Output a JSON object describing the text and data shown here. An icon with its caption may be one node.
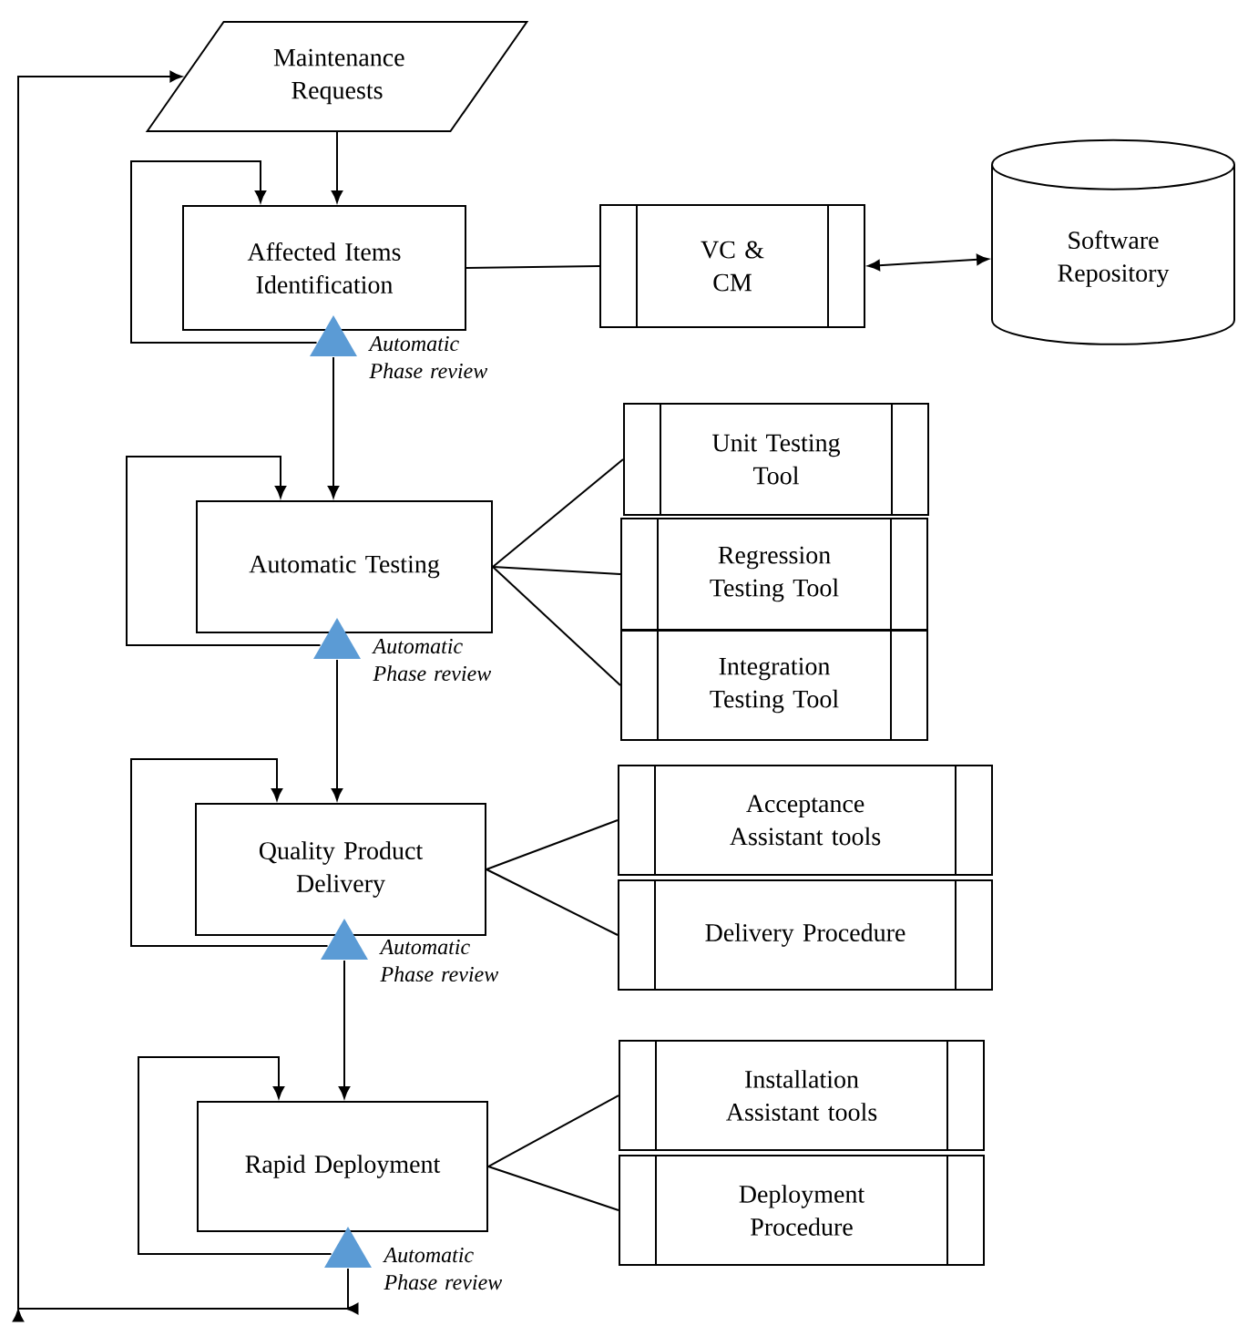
{
  "diagram": {
    "nodes": [
      {
        "text": [
          "Maintenance Requests"
        ]
      },
      {
        "text": [
          "Affected Items Identification"
        ]
      },
      {
        "text": [
          "VC & CM"
        ]
      },
      {
        "text": [
          "Software Repository"
        ]
      },
      {
        "text": [
          "Automatic Testing"
        ]
      },
      {
        "text": [
          "Unit Testing Tool"
        ]
      },
      {
        "text": [
          "Regression Testing Tool"
        ]
      },
      {
        "text": [
          "Integration Testing Tool"
        ]
      },
      {
        "text": [
          "Quality Product Delivery"
        ]
      },
      {
        "text": [
          "Acceptance Assistant tools"
        ]
      },
      {
        "text": [
          "Delivery Procedure"
        ]
      },
      {
        "text": [
          "Rapid Deployment"
        ]
      },
      {
        "text": [
          "Installation Assistant tools"
        ]
      },
      {
        "text": [
          "Deployment Procedure"
        ]
      },
      {
        "text": [],
        "shape": "triangle",
        "beside": [
          "Automatic Phase review"
        ]
      },
      {
        "text": [],
        "shape": "triangle",
        "beside": [
          "Automatic Phase review"
        ]
      },
      {
        "text": [],
        "shape": "triangle",
        "beside": [
          "Automatic Phase review"
        ]
      },
      {
        "text": [],
        "shape": "triangle",
        "beside": [
          "Automatic Phase review"
        ]
      }
    ],
    "edges": [
      {
        "from": 0,
        "to": 1,
        "arrow": "to"
      },
      {
        "from": 1,
        "to": 2,
        "arrow": "none"
      },
      {
        "from": 2,
        "to": 3,
        "arrow": "both"
      },
      {
        "from": 14,
        "to": 1,
        "arrow": "to"
      },
      {
        "from": 14,
        "to": 4,
        "arrow": "to"
      },
      {
        "from": 4,
        "to": 5,
        "arrow": "none"
      },
      {
        "from": 4,
        "to": 6,
        "arrow": "none"
      },
      {
        "from": 4,
        "to": 7,
        "arrow": "none"
      },
      {
        "from": 15,
        "to": 4,
        "arrow": "to"
      },
      {
        "from": 15,
        "to": 8,
        "arrow": "to"
      },
      {
        "from": 8,
        "to": 9,
        "arrow": "none"
      },
      {
        "from": 8,
        "to": 10,
        "arrow": "none"
      },
      {
        "from": 16,
        "to": 8,
        "arrow": "to"
      },
      {
        "from": 16,
        "to": 11,
        "arrow": "to"
      },
      {
        "from": 11,
        "to": 12,
        "arrow": "none"
      },
      {
        "from": 11,
        "to": 13,
        "arrow": "none"
      },
      {
        "from": 17,
        "to": 11,
        "arrow": "to"
      },
      {
        "from": 17,
        "to": 0,
        "arrow": "to"
      }
    ]
  }
}
